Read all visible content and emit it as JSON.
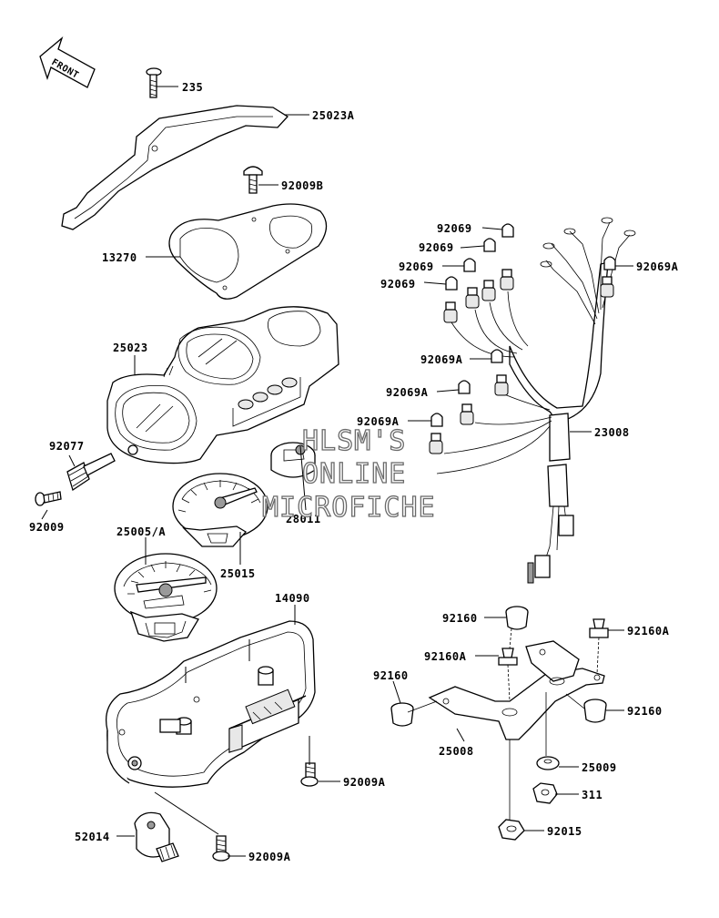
{
  "front_arrow": {
    "label": "FRONT"
  },
  "callouts": [
    {
      "id": "c-235",
      "text": "235"
    },
    {
      "id": "c-25023A",
      "text": "25023A"
    },
    {
      "id": "c-92009B",
      "text": "92009B"
    },
    {
      "id": "c-13270",
      "text": "13270"
    },
    {
      "id": "c-25023",
      "text": "25023"
    },
    {
      "id": "c-92077",
      "text": "92077"
    },
    {
      "id": "c-92009",
      "text": "92009"
    },
    {
      "id": "c-25005A",
      "text": "25005/A"
    },
    {
      "id": "c-25015",
      "text": "25015"
    },
    {
      "id": "c-28011",
      "text": "28011"
    },
    {
      "id": "c-14090",
      "text": "14090"
    },
    {
      "id": "c-92009A-1",
      "text": "92009A"
    },
    {
      "id": "c-52014",
      "text": "52014"
    },
    {
      "id": "c-92009A-2",
      "text": "92009A"
    },
    {
      "id": "c-92069-1",
      "text": "92069"
    },
    {
      "id": "c-92069-2",
      "text": "92069"
    },
    {
      "id": "c-92069-3",
      "text": "92069"
    },
    {
      "id": "c-92069-4",
      "text": "92069"
    },
    {
      "id": "c-92069A-1",
      "text": "92069A"
    },
    {
      "id": "c-92069A-2",
      "text": "92069A"
    },
    {
      "id": "c-92069A-3",
      "text": "92069A"
    },
    {
      "id": "c-92069A-4",
      "text": "92069A"
    },
    {
      "id": "c-23008",
      "text": "23008"
    },
    {
      "id": "c-92160-1",
      "text": "92160"
    },
    {
      "id": "c-92160A-1",
      "text": "92160A"
    },
    {
      "id": "c-92160A-2",
      "text": "92160A"
    },
    {
      "id": "c-92160-2",
      "text": "92160"
    },
    {
      "id": "c-92160-3",
      "text": "92160"
    },
    {
      "id": "c-25008",
      "text": "25008"
    },
    {
      "id": "c-25009",
      "text": "25009"
    },
    {
      "id": "c-311",
      "text": "311"
    },
    {
      "id": "c-92015",
      "text": "92015"
    }
  ],
  "watermark": {
    "line1": "HLSM'S",
    "line2": "ONLINE",
    "line3": "MICROFICHE"
  }
}
